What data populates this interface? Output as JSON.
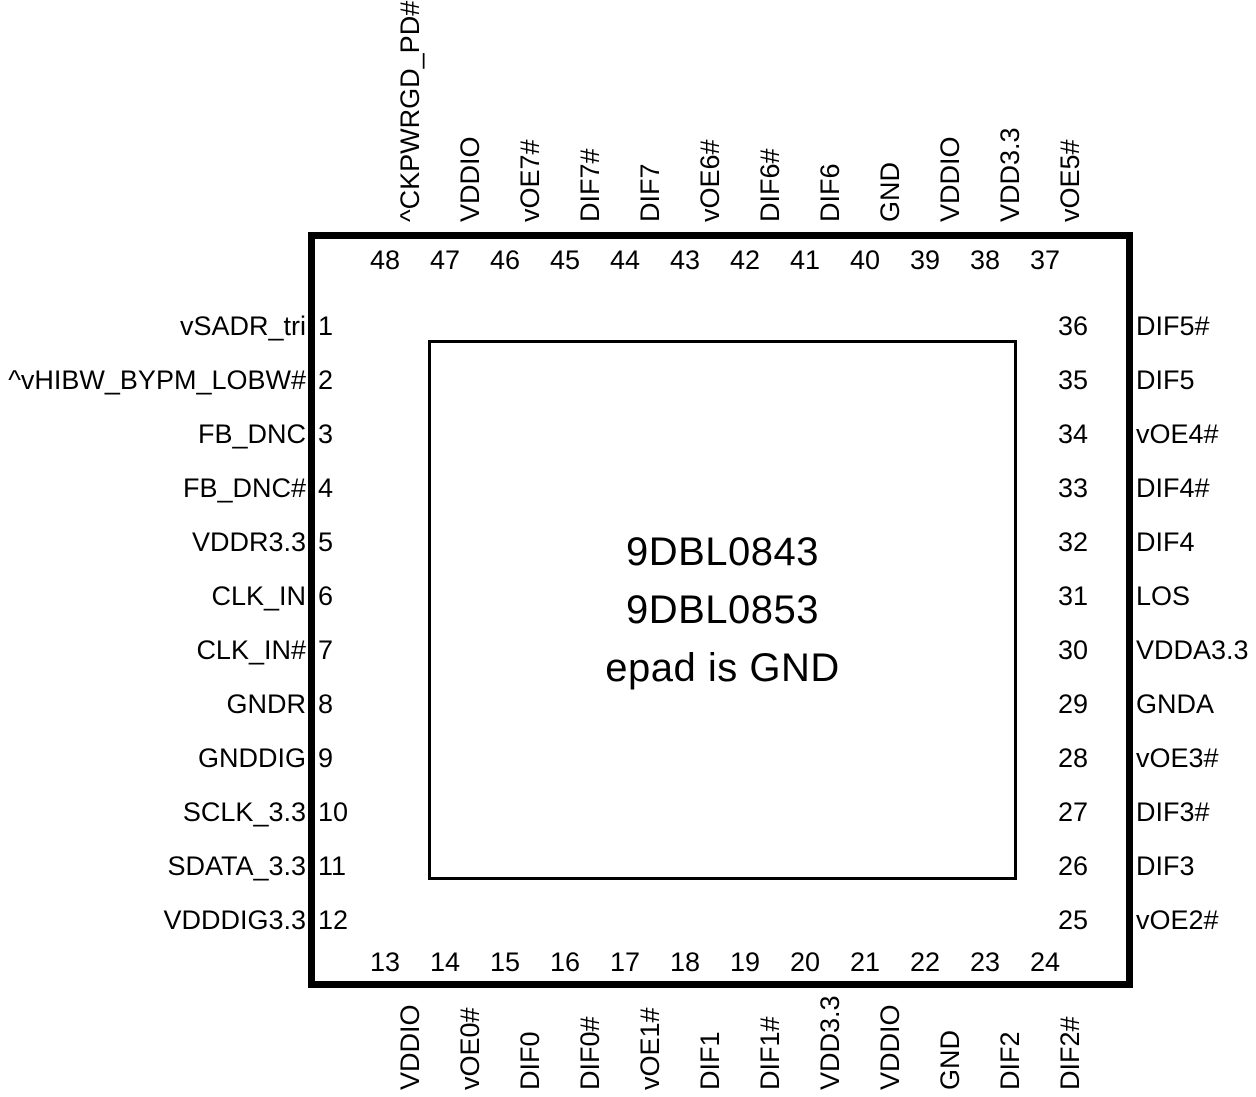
{
  "package": {
    "center_text": [
      "9DBL0843",
      "9DBL0853",
      "epad is GND"
    ]
  },
  "pins": {
    "top": [
      {
        "number": "48",
        "label": "^CKPWRGD_PD#"
      },
      {
        "number": "47",
        "label": "VDDIO"
      },
      {
        "number": "46",
        "label": "vOE7#"
      },
      {
        "number": "45",
        "label": "DIF7#"
      },
      {
        "number": "44",
        "label": "DIF7"
      },
      {
        "number": "43",
        "label": "vOE6#"
      },
      {
        "number": "42",
        "label": "DIF6#"
      },
      {
        "number": "41",
        "label": "DIF6"
      },
      {
        "number": "40",
        "label": "GND"
      },
      {
        "number": "39",
        "label": "VDDIO"
      },
      {
        "number": "38",
        "label": "VDD3.3"
      },
      {
        "number": "37",
        "label": "vOE5#"
      }
    ],
    "left": [
      {
        "number": "1",
        "label": "vSADR_tri"
      },
      {
        "number": "2",
        "label": "^vHIBW_BYPM_LOBW#"
      },
      {
        "number": "3",
        "label": "FB_DNC"
      },
      {
        "number": "4",
        "label": "FB_DNC#"
      },
      {
        "number": "5",
        "label": "VDDR3.3"
      },
      {
        "number": "6",
        "label": "CLK_IN"
      },
      {
        "number": "7",
        "label": "CLK_IN#"
      },
      {
        "number": "8",
        "label": "GNDR"
      },
      {
        "number": "9",
        "label": "GNDDIG"
      },
      {
        "number": "10",
        "label": "SCLK_3.3"
      },
      {
        "number": "11",
        "label": "SDATA_3.3"
      },
      {
        "number": "12",
        "label": "VDDDIG3.3"
      }
    ],
    "bottom": [
      {
        "number": "13",
        "label": "VDDIO"
      },
      {
        "number": "14",
        "label": "vOE0#"
      },
      {
        "number": "15",
        "label": "DIF0"
      },
      {
        "number": "16",
        "label": "DIF0#"
      },
      {
        "number": "17",
        "label": "vOE1#"
      },
      {
        "number": "18",
        "label": "DIF1"
      },
      {
        "number": "19",
        "label": "DIF1#"
      },
      {
        "number": "20",
        "label": "VDD3.3"
      },
      {
        "number": "21",
        "label": "VDDIO"
      },
      {
        "number": "22",
        "label": "GND"
      },
      {
        "number": "23",
        "label": "DIF2"
      },
      {
        "number": "24",
        "label": "DIF2#"
      }
    ],
    "right": [
      {
        "number": "36",
        "label": "DIF5#"
      },
      {
        "number": "35",
        "label": "DIF5"
      },
      {
        "number": "34",
        "label": "vOE4#"
      },
      {
        "number": "33",
        "label": "DIF4#"
      },
      {
        "number": "32",
        "label": "DIF4"
      },
      {
        "number": "31",
        "label": "LOS"
      },
      {
        "number": "30",
        "label": "VDDA3.3"
      },
      {
        "number": "29",
        "label": "GNDA"
      },
      {
        "number": "28",
        "label": "vOE3#"
      },
      {
        "number": "27",
        "label": "DIF3#"
      },
      {
        "number": "26",
        "label": "DIF3"
      },
      {
        "number": "25",
        "label": "vOE2#"
      }
    ]
  },
  "colors": {
    "outline": "#000000",
    "text": "#000000",
    "background": "#ffffff"
  }
}
